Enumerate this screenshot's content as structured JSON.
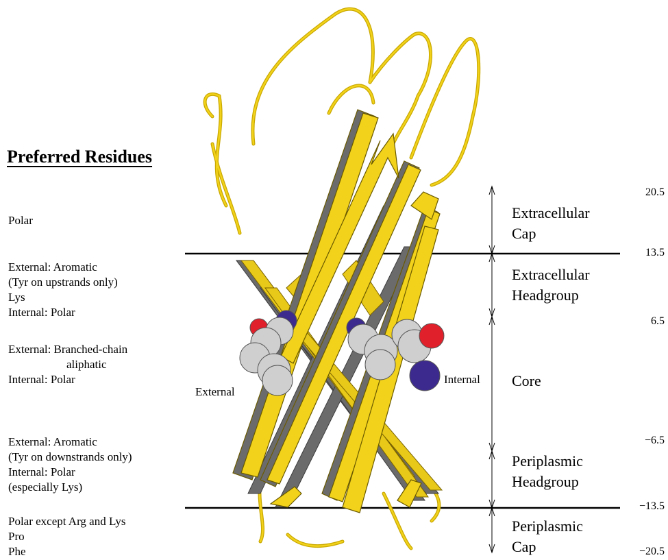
{
  "heading": "Preferred Residues",
  "residues": [
    {
      "lines": [
        "Polar"
      ]
    },
    {
      "lines": [
        "External: Aromatic",
        "(Tyr on upstrands only)",
        "Lys",
        "Internal: Polar"
      ]
    },
    {
      "lines": [
        "External: Branched-chain",
        "     aliphatic",
        "Internal: Polar"
      ]
    },
    {
      "lines": [
        "External: Aromatic",
        "(Tyr on downstrands only)",
        "Internal: Polar",
        "(especially Lys)"
      ]
    },
    {
      "lines": [
        "Polar except Arg and Lys",
        "Pro",
        "Phe"
      ]
    }
  ],
  "regions": [
    {
      "line1": "Extracellular",
      "line2": "Cap"
    },
    {
      "line1": "Extracellular",
      "line2": "Headgroup"
    },
    {
      "line1": "Core",
      "line2": ""
    },
    {
      "line1": "Periplasmic",
      "line2": "Headgroup"
    },
    {
      "line1": "Periplasmic",
      "line2": "Cap"
    }
  ],
  "ticks": [
    "20.5",
    "13.5",
    "6.5",
    "−6.5",
    "−13.5",
    "−20.5"
  ],
  "side_labels": {
    "external": "External",
    "internal": "Internal"
  },
  "colors": {
    "strand": "#f2d21a",
    "strand_edge": "#6b6b6b",
    "atom_grey": "#cfcfcf",
    "atom_blue": "#3d2a8f",
    "atom_red": "#e0202a"
  }
}
